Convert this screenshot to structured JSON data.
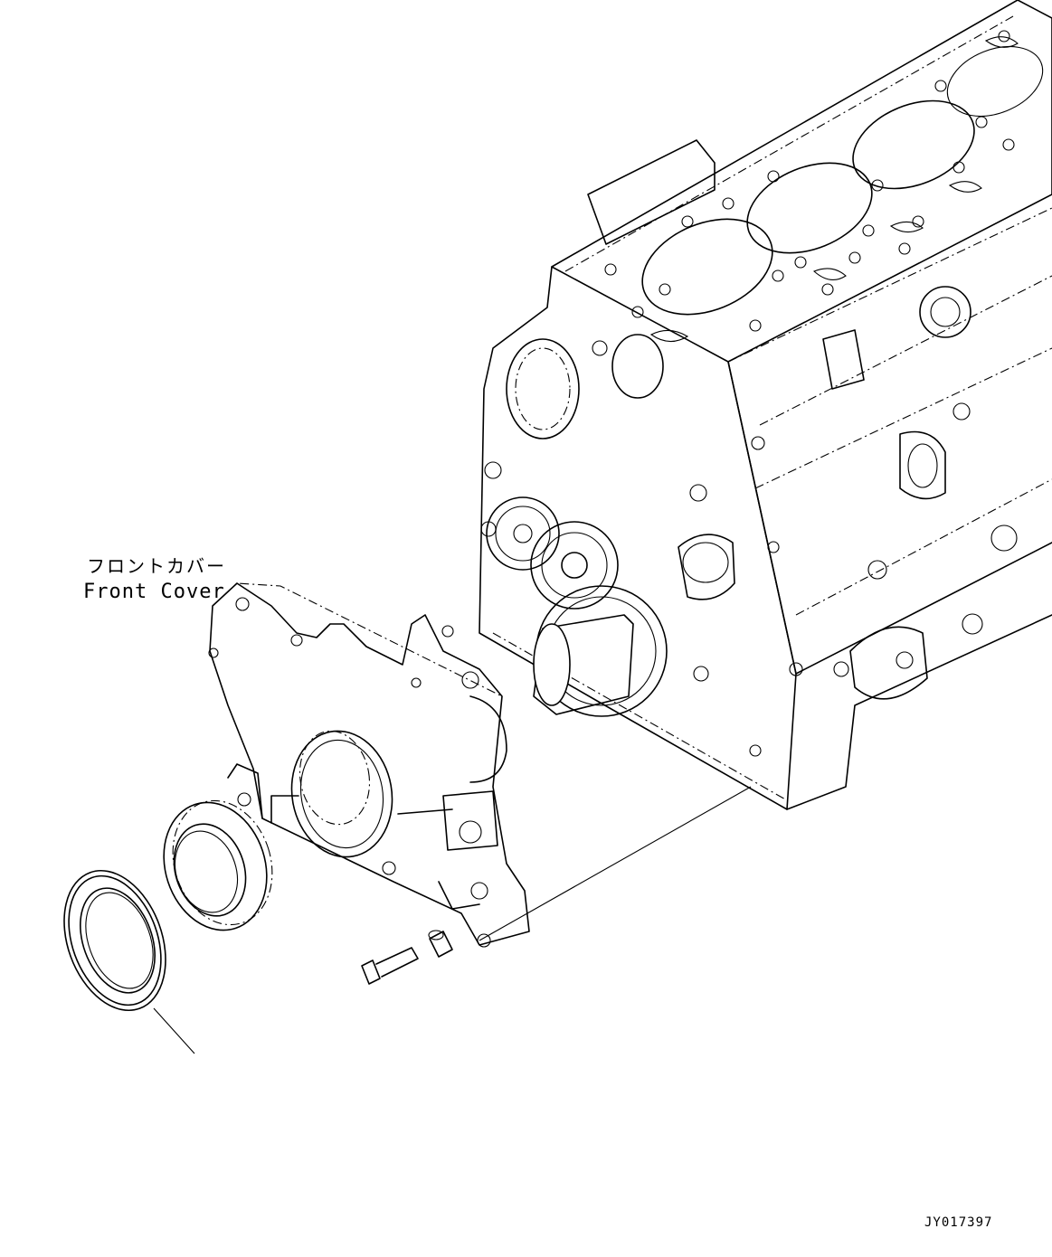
{
  "callout": {
    "label_jp": "フロントカバー",
    "label_en": "Front Cover"
  },
  "drawing_code": "JY017397",
  "colors": {
    "line": "#000000",
    "background": "#ffffff"
  }
}
